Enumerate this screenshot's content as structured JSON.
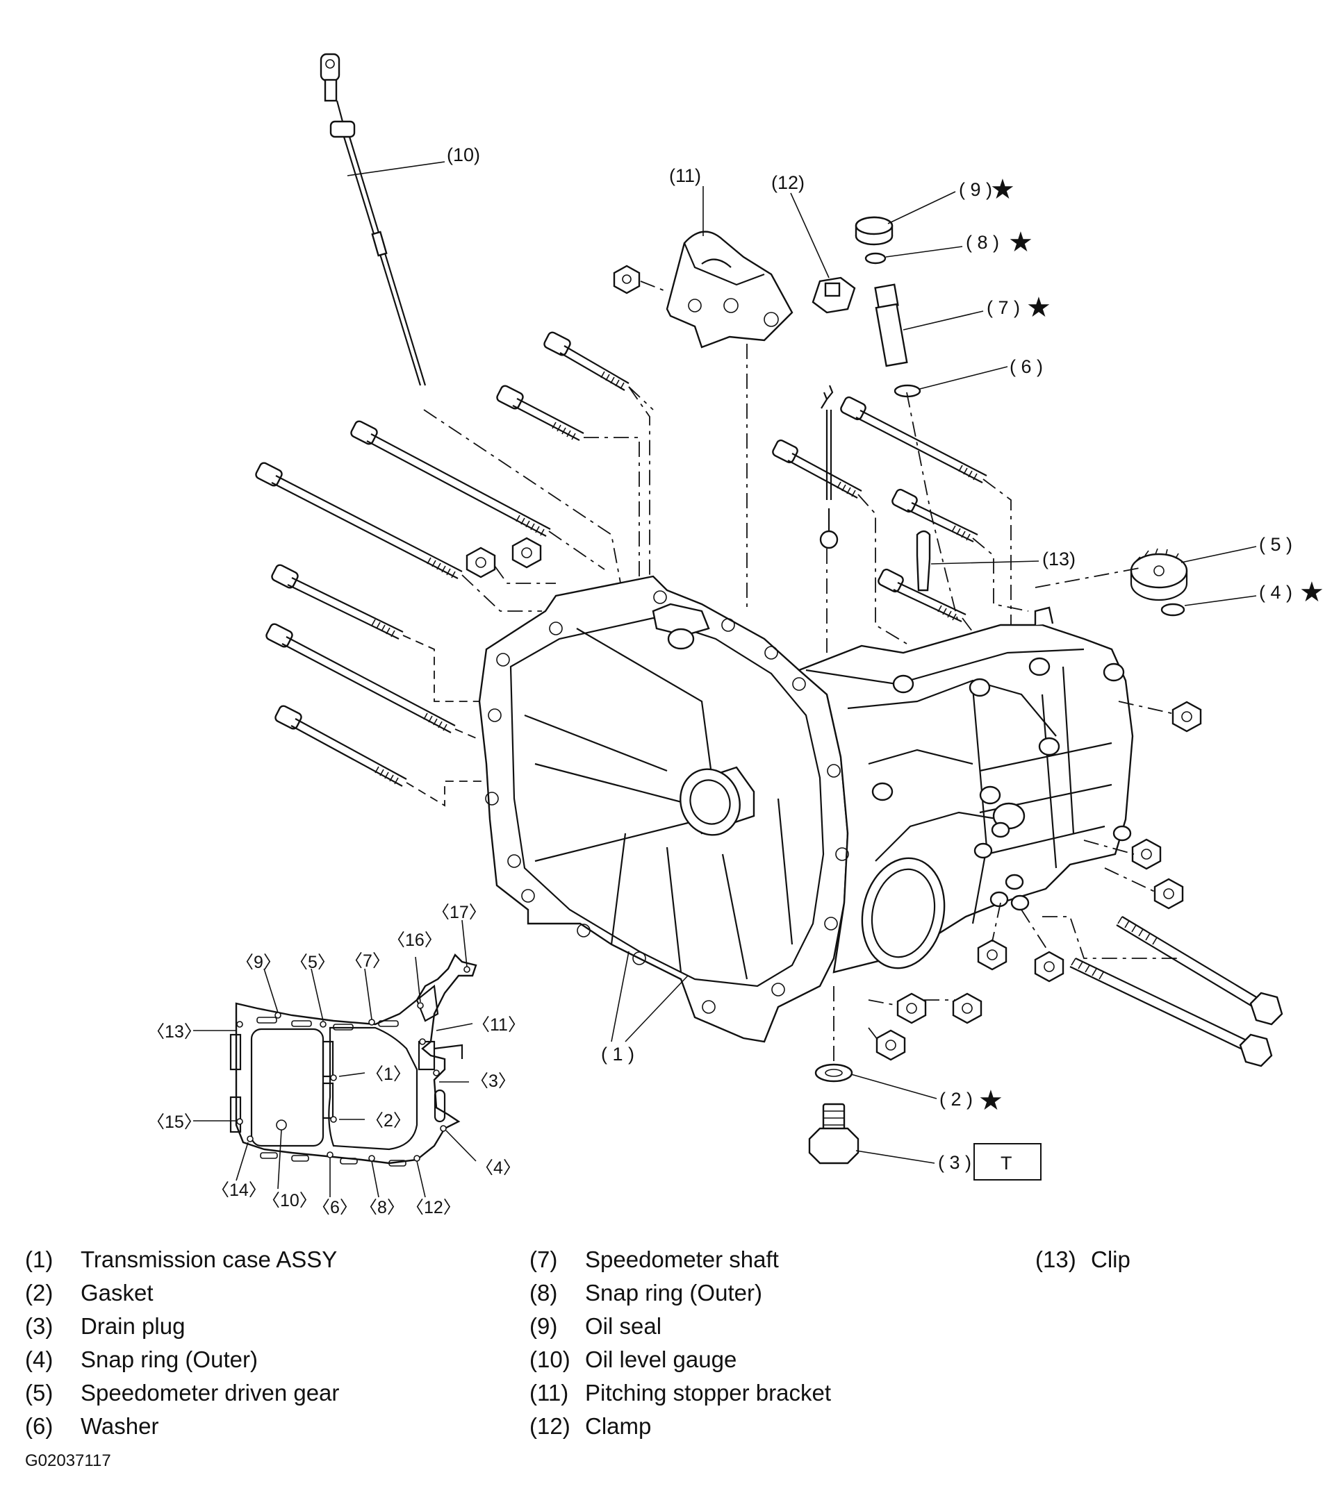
{
  "callouts": {
    "c1": "( 1 )",
    "c2": "( 2 )",
    "c3": "( 3 )",
    "c4": "( 4 )",
    "c5": "( 5 )",
    "c6": "( 6 )",
    "c7": "( 7 )",
    "c8": "( 8 )",
    "c9": "( 9 )",
    "c10": "(10)",
    "c11": "(11)",
    "c12": "(12)",
    "c13": "(13)",
    "star": "★",
    "torque_box": "T"
  },
  "gasket_diagram": {
    "labels": {
      "l9": "〈9〉",
      "l5": "〈5〉",
      "l7": "〈7〉",
      "l16": "〈16〉",
      "l17": "〈17〉",
      "l13": "〈13〉",
      "l11": "〈11〉",
      "l1": "〈1〉",
      "l3": "〈3〉",
      "l15": "〈15〉",
      "l2": "〈2〉",
      "l4": "〈4〉",
      "l14": "〈14〉",
      "l10": "〈10〉",
      "l6": "〈6〉",
      "l8": "〈8〉",
      "l12": "〈12〉"
    }
  },
  "legend": {
    "items": [
      {
        "num": "(1)",
        "name": "Transmission case ASSY"
      },
      {
        "num": "(2)",
        "name": "Gasket"
      },
      {
        "num": "(3)",
        "name": "Drain plug"
      },
      {
        "num": "(4)",
        "name": "Snap ring (Outer)"
      },
      {
        "num": "(5)",
        "name": "Speedometer driven gear"
      },
      {
        "num": "(6)",
        "name": "Washer"
      },
      {
        "num": "(7)",
        "name": "Speedometer shaft"
      },
      {
        "num": "(8)",
        "name": "Snap ring (Outer)"
      },
      {
        "num": "(9)",
        "name": "Oil seal"
      },
      {
        "num": "(10)",
        "name": "Oil level gauge"
      },
      {
        "num": "(11)",
        "name": "Pitching stopper bracket"
      },
      {
        "num": "(12)",
        "name": "Clamp"
      },
      {
        "num": "(13)",
        "name": "Clip"
      }
    ]
  },
  "figure_code": "G02037117"
}
